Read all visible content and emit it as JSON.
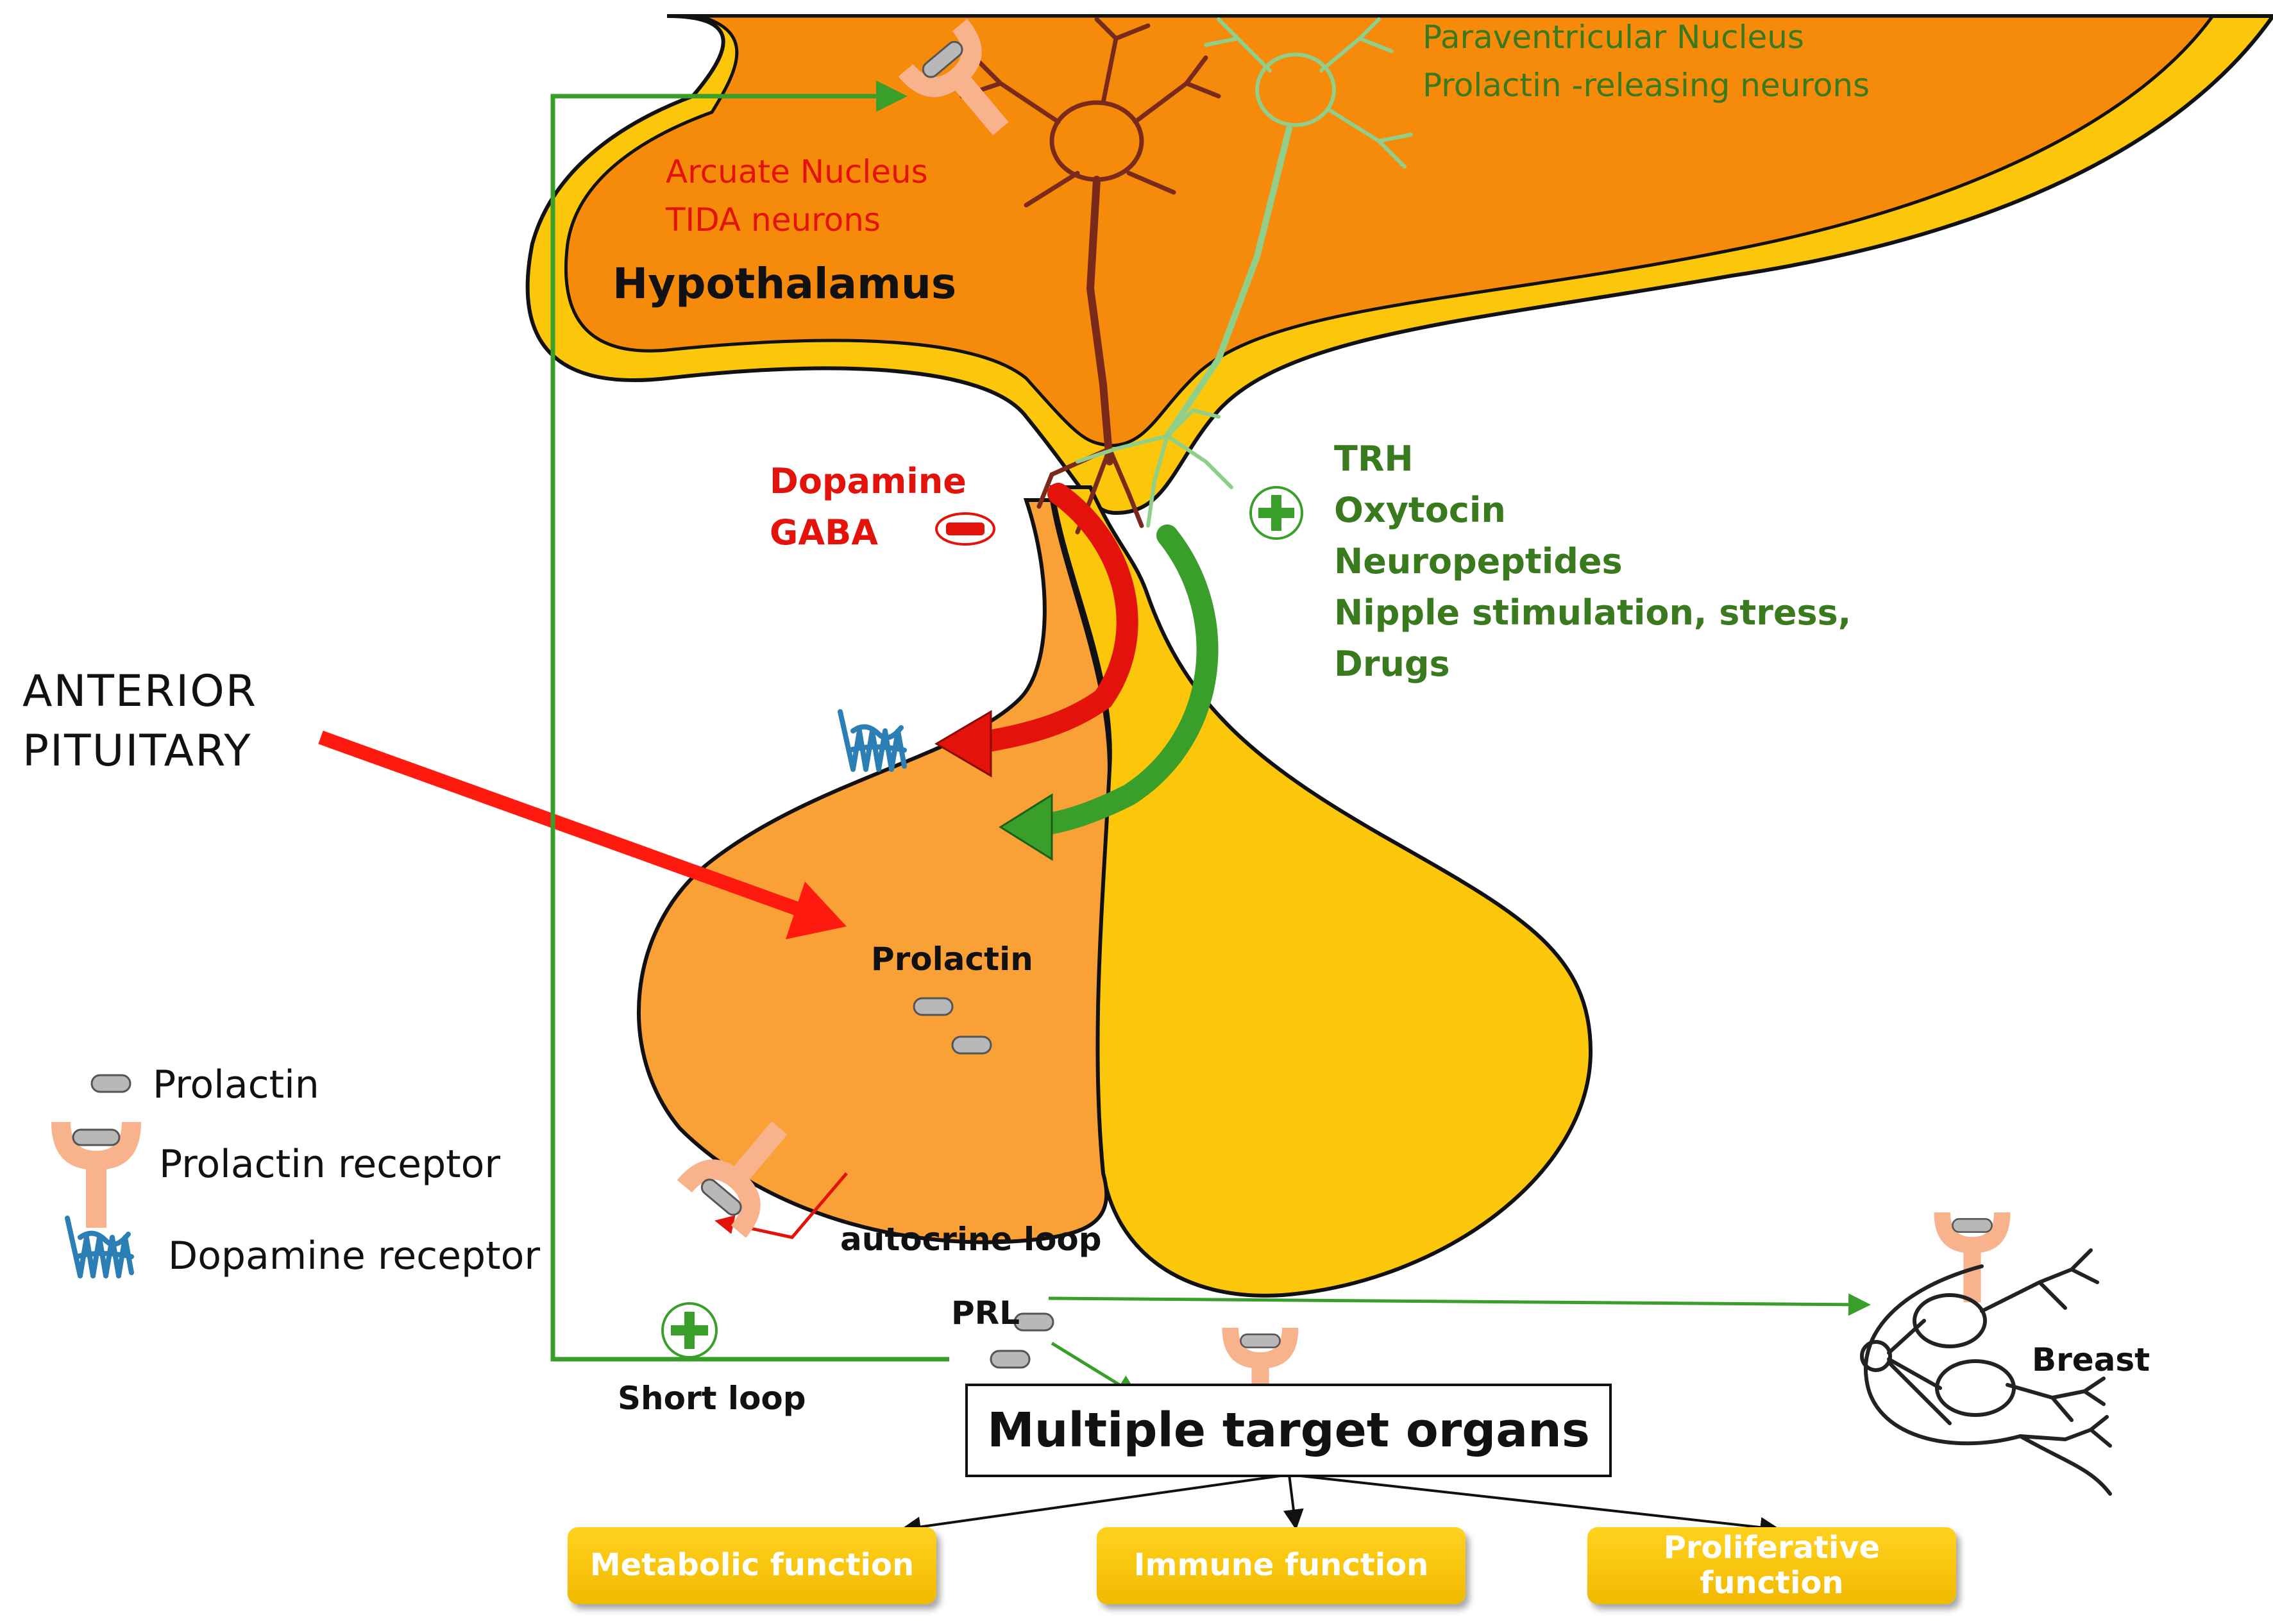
{
  "hypothalamus": {
    "title": "Hypothalamus",
    "arcuate_line1": "Arcuate Nucleus",
    "arcuate_line2": "TIDA neurons",
    "paraventricular_line1": "Paraventricular Nucleus",
    "paraventricular_line2": "Prolactin -releasing  neurons"
  },
  "inhibitors": [
    "Dopamine",
    "GABA"
  ],
  "stimulators": [
    "TRH",
    "Oxytocin",
    "Neuropeptides",
    "Nipple stimulation,  stress,",
    "Drugs"
  ],
  "anterior_pituitary": [
    "ANTERIOR",
    "PITUITARY"
  ],
  "pituitary_prolactin_label": "Prolactin",
  "autocrine_label": "autocrine loop",
  "prl_label": "PRL",
  "short_loop_label": "Short loop",
  "target_organs_label": "Multiple target organs",
  "breast_label": "Breast",
  "functions": {
    "metabolic": "Metabolic function",
    "immune": "Immune function",
    "proliferative": "Proliferative function"
  },
  "legend": {
    "prolactin": "Prolactin",
    "prolactin_receptor": "Prolactin receptor",
    "dopamine_receptor": "Dopamine receptor"
  },
  "colors": {
    "hypothalamus_fill": "#f58a0b",
    "outer_rim": "#fcc70a",
    "anterior_lobe": "#f9a036",
    "posterior_lobe": "#fcc70a",
    "inhibit_red": "#e3120b",
    "stimulate_green": "#3a9e2b",
    "receptor_pink": "#f8b28c",
    "dopamine_receptor_blue": "#2b7fb4"
  }
}
